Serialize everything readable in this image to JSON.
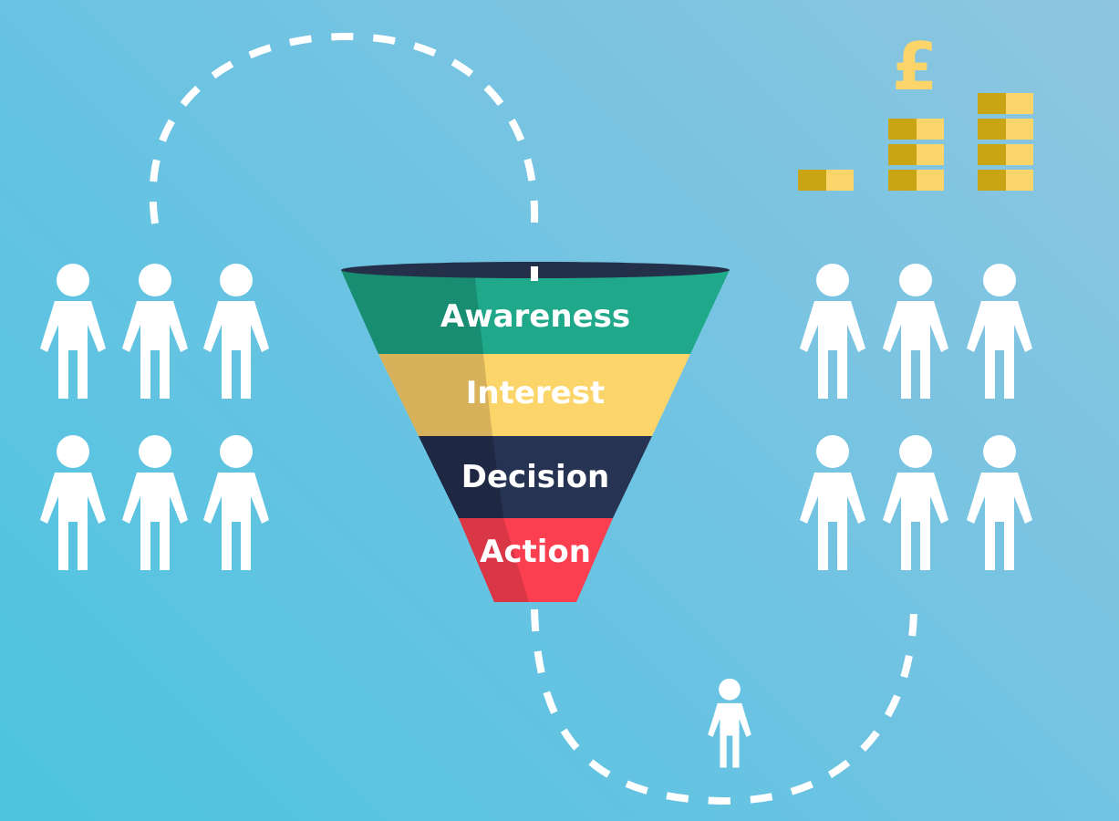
{
  "funnel": {
    "stages": [
      {
        "label": "Awareness",
        "color": "#1fa98a",
        "shade": "#188d72"
      },
      {
        "label": "Interest",
        "color": "#fbd56a",
        "shade": "#d7b25a"
      },
      {
        "label": "Decision",
        "color": "#263352",
        "shade": "#1e2843"
      },
      {
        "label": "Action",
        "color": "#fb3e50",
        "shade": "#d93646"
      }
    ],
    "rim_color": "#243049"
  },
  "revenue": {
    "currency_symbol": "£",
    "coin_stacks": [
      1,
      3,
      4
    ],
    "coin_color": "#fbd56a",
    "coin_shade": "#c9a515"
  },
  "people": {
    "color": "#ffffff",
    "left_group": 6,
    "right_group": 6,
    "converted": 1
  },
  "path": {
    "color": "#ffffff",
    "style": "dashed"
  }
}
